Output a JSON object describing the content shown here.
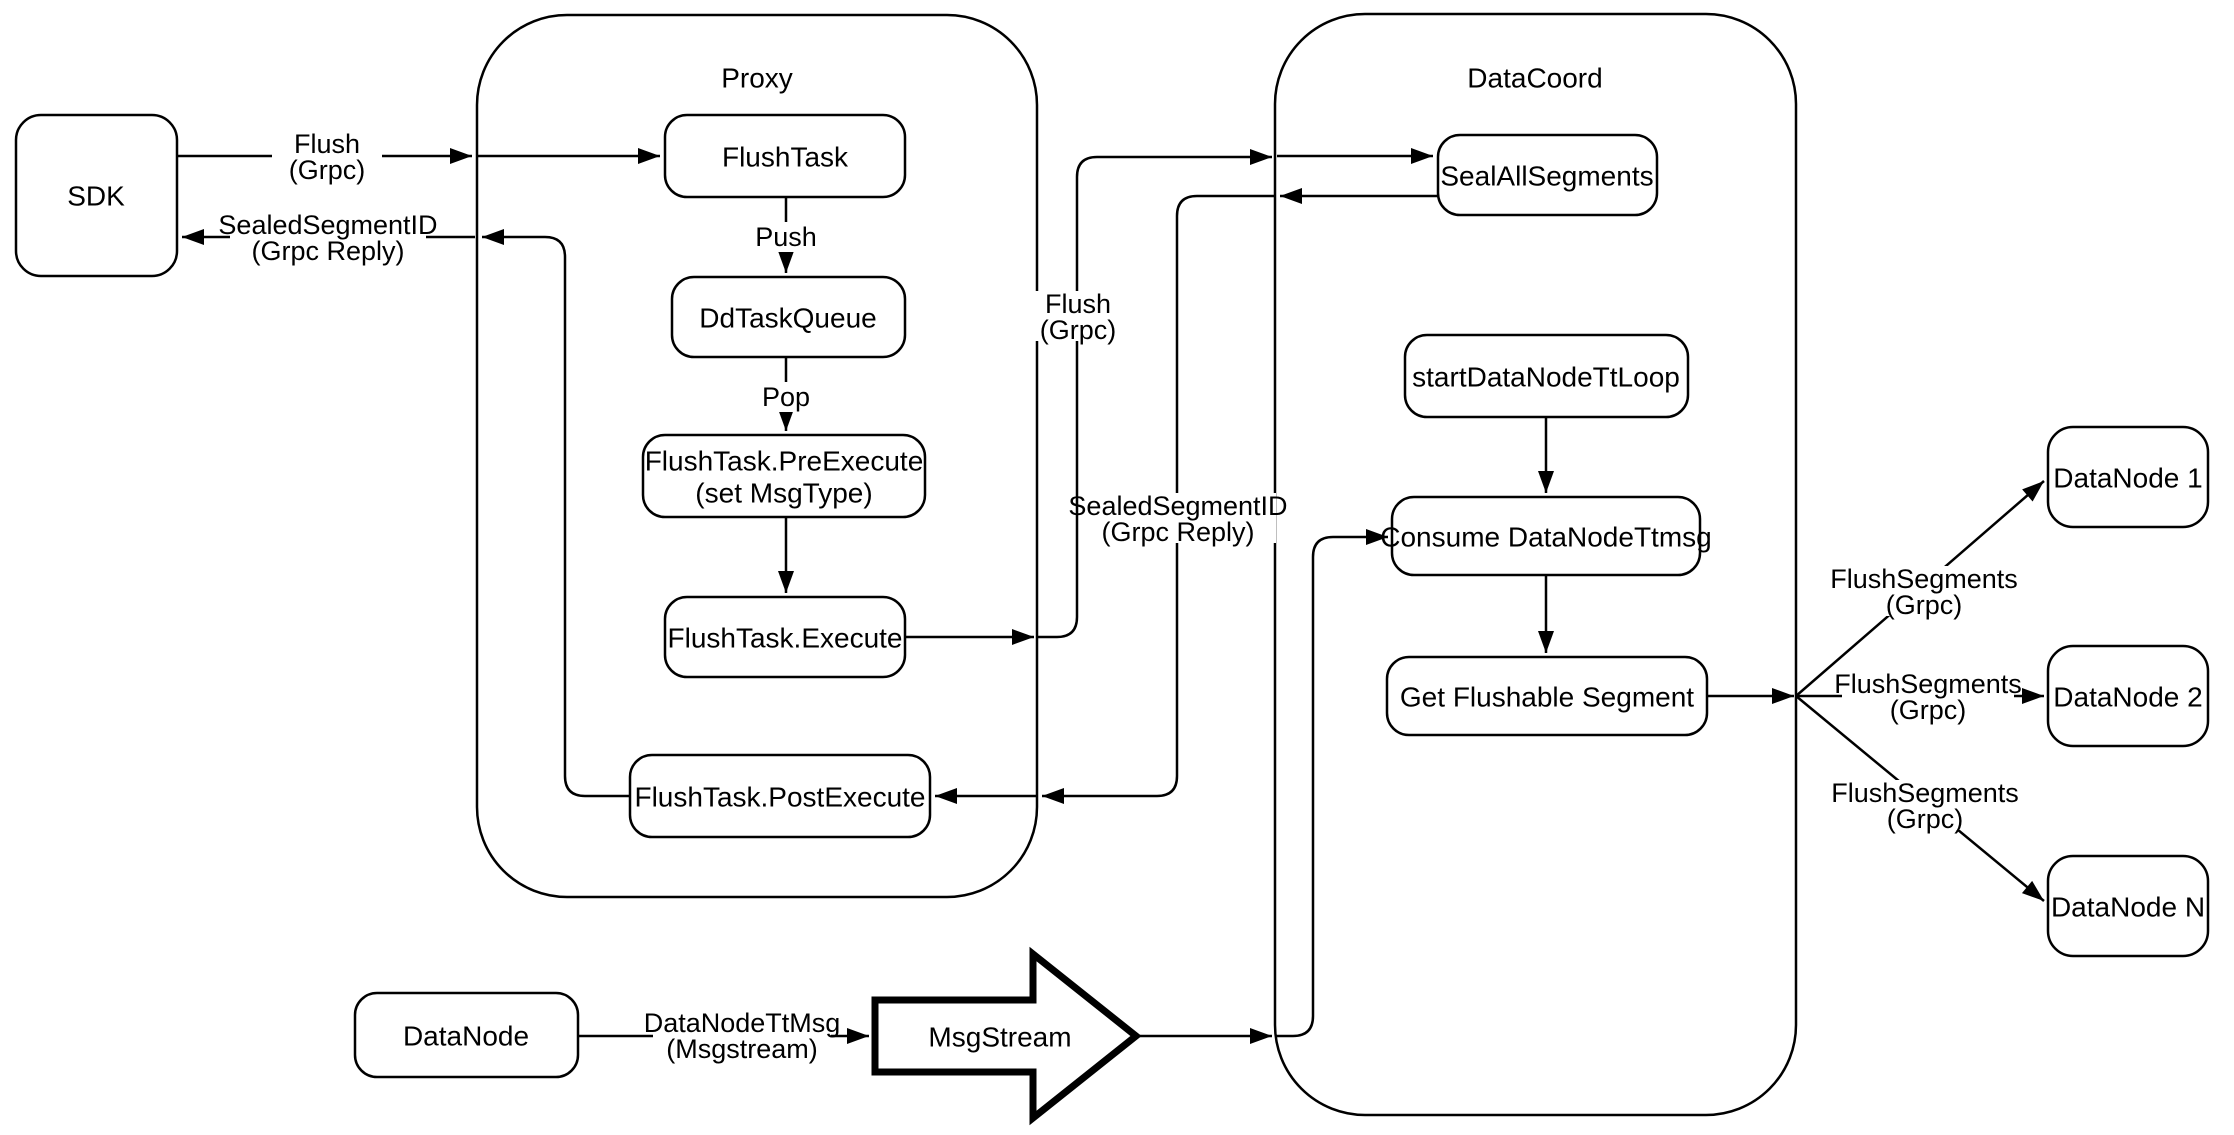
{
  "colors": {
    "background": "#ffffff",
    "line": "#000000",
    "box_fill": "#ffffff",
    "text": "#000000"
  },
  "containers": {
    "proxy": {
      "label": "Proxy"
    },
    "datacoord": {
      "label": "DataCoord"
    }
  },
  "nodes": {
    "sdk": "SDK",
    "flush_task": "FlushTask",
    "dd_task_queue": "DdTaskQueue",
    "pre_execute_l1": "FlushTask.PreExecute",
    "pre_execute_l2": "(set MsgType)",
    "execute": "FlushTask.Execute",
    "post_execute": "FlushTask.PostExecute",
    "seal_all_segments": "SealAllSegments",
    "start_datanode_tt_loop": "startDataNodeTtLoop",
    "consume_datanode_ttmsg": "Consume DataNodeTtmsg",
    "get_flushable_segment": "Get Flushable Segment",
    "datanode_1": "DataNode 1",
    "datanode_2": "DataNode 2",
    "datanode_n": "DataNode N",
    "datanode": "DataNode",
    "msgstream": "MsgStream"
  },
  "edge_labels": {
    "flush_sdk": {
      "l1": "Flush",
      "l2": "(Grpc)"
    },
    "sealed_sdk": {
      "l1": "SealedSegmentID",
      "l2": "(Grpc Reply)"
    },
    "push": "Push",
    "pop": "Pop",
    "flush_mid": {
      "l1": "Flush",
      "l2": "(Grpc)"
    },
    "sealed_mid": {
      "l1": "SealedSegmentID",
      "l2": "(Grpc Reply)"
    },
    "flush_segments_1": {
      "l1": "FlushSegments",
      "l2": "(Grpc)"
    },
    "flush_segments_2": {
      "l1": "FlushSegments",
      "l2": "(Grpc)"
    },
    "flush_segments_3": {
      "l1": "FlushSegments",
      "l2": "(Grpc)"
    },
    "datanode_ttmsg": {
      "l1": "DataNodeTtMsg",
      "l2": "(Msgstream)"
    }
  }
}
